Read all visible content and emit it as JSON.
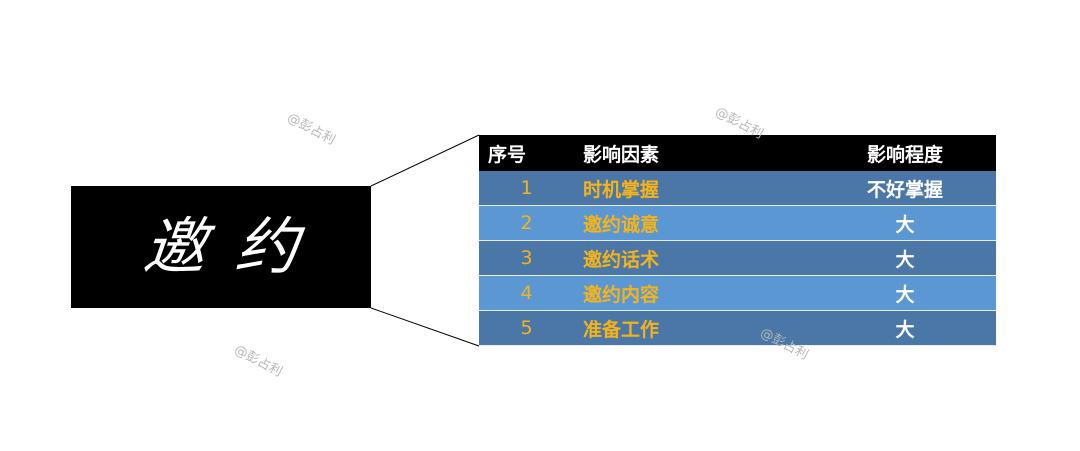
{
  "calligraphy": {
    "text": "邀约"
  },
  "table": {
    "headers": {
      "seq": "序号",
      "factor": "影响因素",
      "degree": "影响程度"
    },
    "rows": [
      {
        "seq": "1",
        "factor": "时机掌握",
        "degree": "不好掌握"
      },
      {
        "seq": "2",
        "factor": "邀约诚意",
        "degree": "大"
      },
      {
        "seq": "3",
        "factor": "邀约话术",
        "degree": "大"
      },
      {
        "seq": "4",
        "factor": "邀约内容",
        "degree": "大"
      },
      {
        "seq": "5",
        "factor": "准备工作",
        "degree": "大"
      }
    ]
  },
  "watermarks": [
    "@彭占利",
    "@彭占利",
    "@彭占利",
    "@彭占利"
  ],
  "colors": {
    "header_bg": "#000000",
    "row_dark": "#4a77a8",
    "row_light": "#5b98d3",
    "accent_text": "#f5b31a"
  }
}
